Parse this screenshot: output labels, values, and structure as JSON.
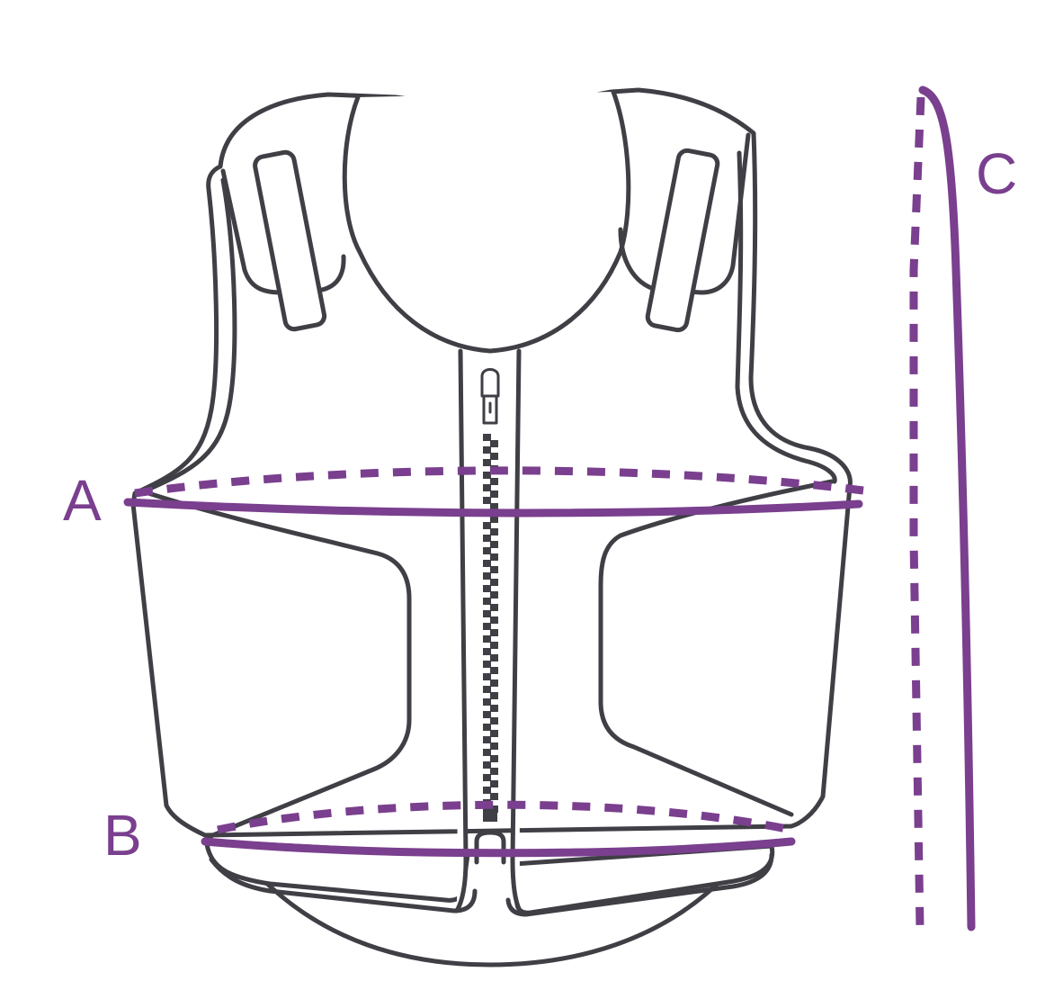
{
  "labels": {
    "a": "A",
    "b": "B",
    "c": "C"
  },
  "colors": {
    "outline": "#3f3f45",
    "measurement": "#7a3f8e",
    "background": "#ffffff"
  }
}
